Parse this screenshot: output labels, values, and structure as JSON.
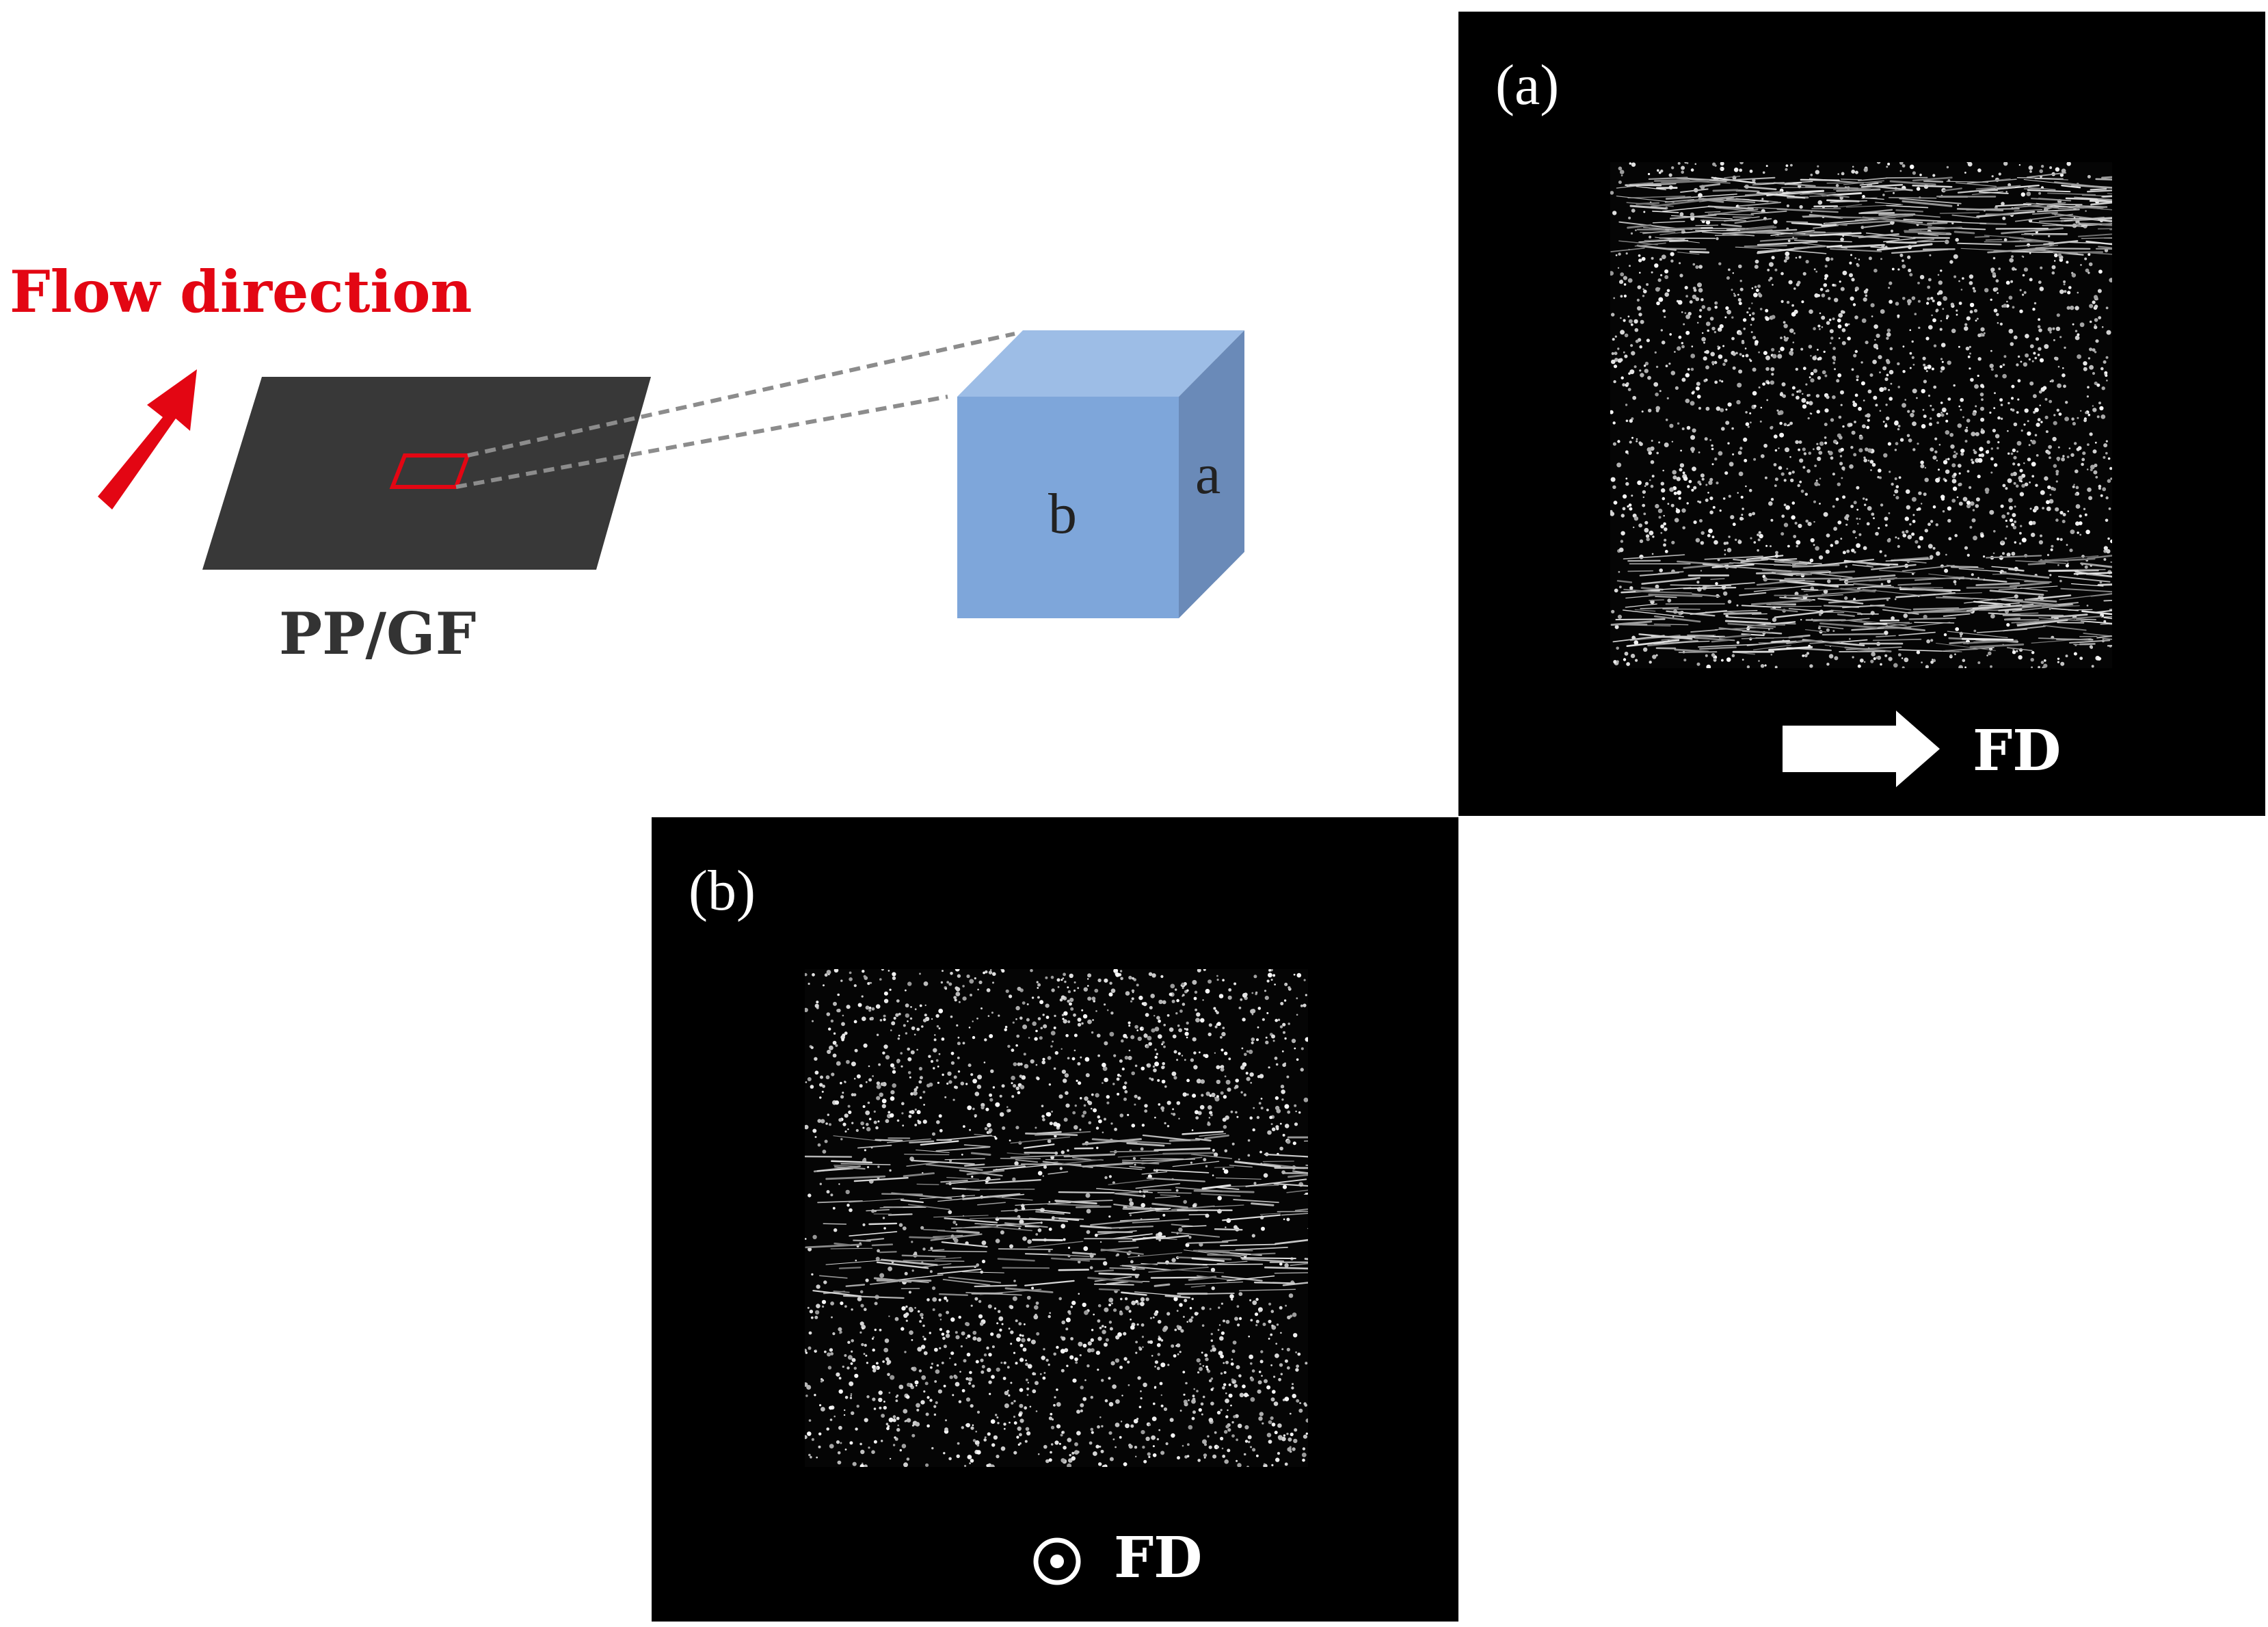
{
  "schematic": {
    "flow_title": "Flow direction",
    "plate_caption": "PP/GF",
    "cube_front_label": "b",
    "cube_side_label": "a"
  },
  "panel_a": {
    "label": "(a)",
    "fd_label": "FD",
    "fd_marker": "right-arrow-icon"
  },
  "panel_b": {
    "label": "(b)",
    "fd_label": "FD",
    "fd_marker": "out-of-plane-dot-icon"
  },
  "colors": {
    "flow_red": "#e30613",
    "plate_dark": "#383838",
    "cube_front": "#7ea6da",
    "cube_top": "#9dbde6",
    "cube_side": "#6a8ab8",
    "panel_black": "#000000",
    "dash_gray": "#8c8c8c"
  }
}
